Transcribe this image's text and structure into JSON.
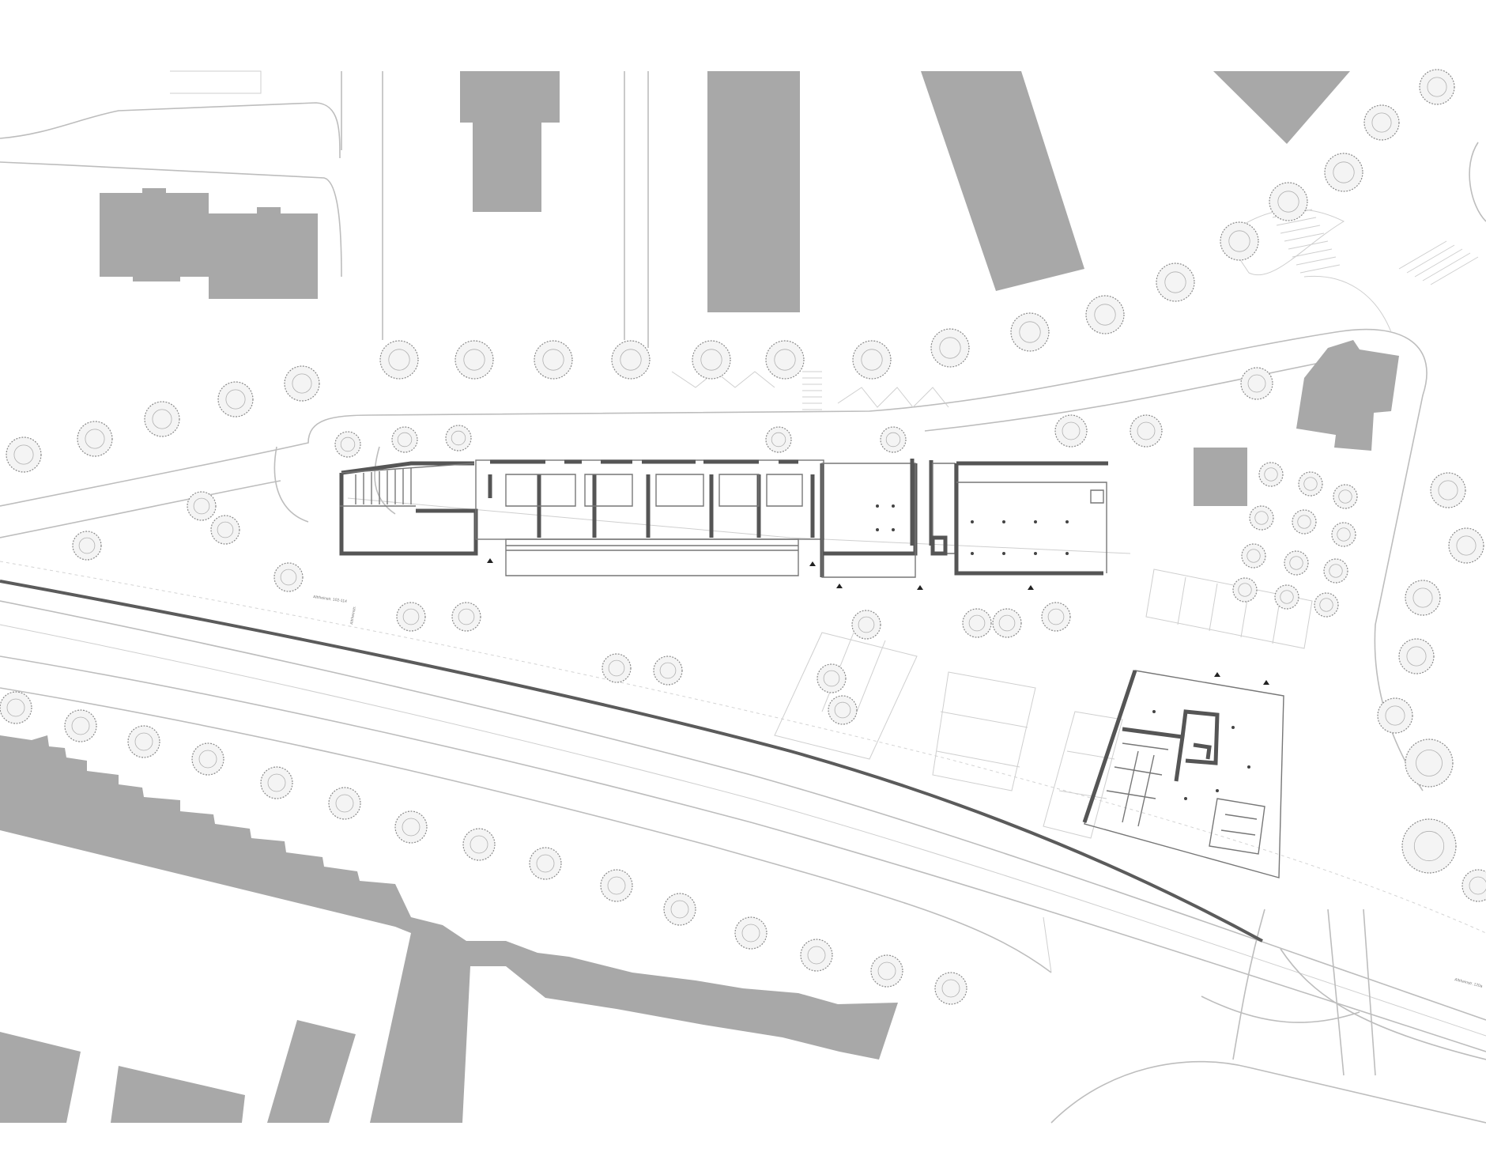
{
  "view": {
    "type": "architectural-site-plan",
    "background": "#ffffff",
    "building_fill": "#a8a8a8",
    "line_color": "#bdbdbd",
    "wall_color": "#555555"
  },
  "annotations": {
    "road_label_west": "Altrheinstr. 102-114",
    "road_label_east": "Altrheinstr. 120a",
    "road_label_vertical": "Altrheinstr."
  }
}
